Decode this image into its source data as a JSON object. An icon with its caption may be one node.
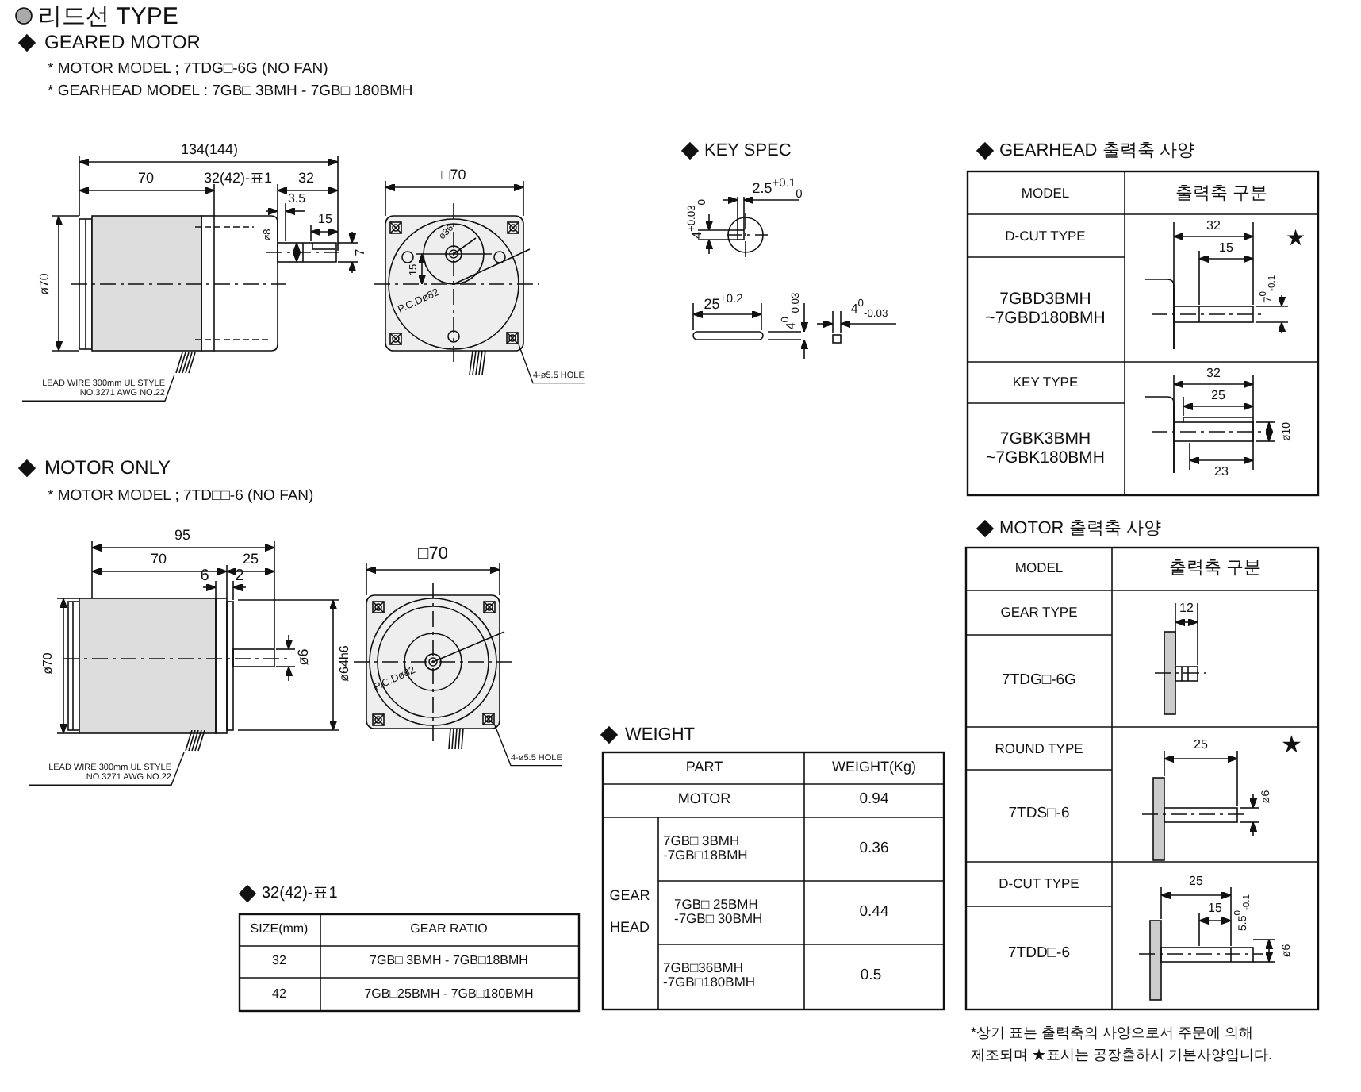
{
  "diagram": {
    "title": "리드선 TYPE",
    "nodes": [
      {
        "text": [
          "LEAD WIRE 300mm UL STYLE NO.3271 AWG NO.22"
        ]
      },
      {
        "text": [],
        "shape": "picture"
      },
      {
        "text": [
          "4-ø5.5 HOLE"
        ]
      },
      {
        "text": [],
        "shape": "picture"
      },
      {
        "text": [
          "LEAD WIRE 300mm UL STYLE NO.3271 AWG NO.22"
        ]
      },
      {
        "text": [],
        "shape": "picture"
      },
      {
        "text": [
          "4-ø5.5 HOLE"
        ]
      },
      {
        "text": [],
        "shape": "picture"
      }
    ],
    "edges": [
      {
        "from": 0,
        "to": 1,
        "arrow": "none"
      },
      {
        "from": 2,
        "to": 3,
        "arrow": "none"
      },
      {
        "from": 4,
        "to": 5,
        "arrow": "none"
      },
      {
        "from": 6,
        "to": 7,
        "arrow": "none"
      }
    ],
    "labels": [
      "GEARED MOTOR",
      "* MOTOR MODEL ; 7TDG□-6G (NO FAN)",
      "* GEARHEAD MODEL : 7GB□ 3BMH - 7GB□ 180BMH",
      "134(144)",
      "KEY SPEC",
      "GEARHEAD 출력축 사양",
      "70",
      "32(42)-표1",
      "32",
      "3.5",
      "15",
      "ø8",
      "7",
      "ø70",
      "□70",
      "ø36",
      "15",
      "P.C.Dø82",
      "2.5$^{+0.1}$$_{0}$",
      "4$^{+0.03}$$_{0}$",
      "25$^{±0.2}$",
      "4$^{0}$$_{-0.03}$",
      "4$^{0}$$_{-0.03}$",
      "MODEL",
      "출력축 구분",
      "D-CUT TYPE",
      "32",
      "15",
      "★",
      "7$^{0}$$_{-0.1}$",
      "7GBD3BMH ~7GBD180BMH",
      "KEY TYPE",
      "32",
      "25",
      "ø10",
      "23",
      "7GBK3BMH ~7GBK180BMH",
      "MOTOR ONLY",
      "* MOTOR MODEL ; 7TD□□-6 (NO FAN)",
      "95",
      "70",
      "25",
      "6",
      "2",
      "ø70",
      "ø6",
      "ø64h6",
      "□70",
      "P.C.Dø82",
      "MOTOR 출력축 사양",
      "MODEL",
      "출력축 구분",
      "GEAR TYPE",
      "12",
      "7TDG□-6G",
      "ROUND TYPE",
      "25",
      "★",
      "ø6",
      "7TDS□-6",
      "D-CUT TYPE",
      "25",
      "15",
      "5.5$^{0}$$_{-0.1}$",
      "7TDD□-6",
      "ø6",
      "WEIGHT",
      "PART",
      "WEIGHT(Kg)",
      "MOTOR",
      "0.94",
      "GEAR HEAD",
      "7GB□ 3BMH -7GB□18BMH",
      "0.36",
      "7GB□ 25BMH -7GB□ 30BMH",
      "0.44",
      "7GB□36BMH -7GB□180BMH",
      "0.5",
      "32(42)-표1",
      "SIZE(mm)",
      "GEAR RATIO",
      "32",
      "7GB□ 3BMH - 7GB□18BMH",
      "42",
      "7GB□25BMH - 7GB□180BMH",
      "*상기 표는 출력축의 사양으로서 주문에 의해 제조되며 ★표시는 공장출하시 기본사양입니다."
    ]
  }
}
